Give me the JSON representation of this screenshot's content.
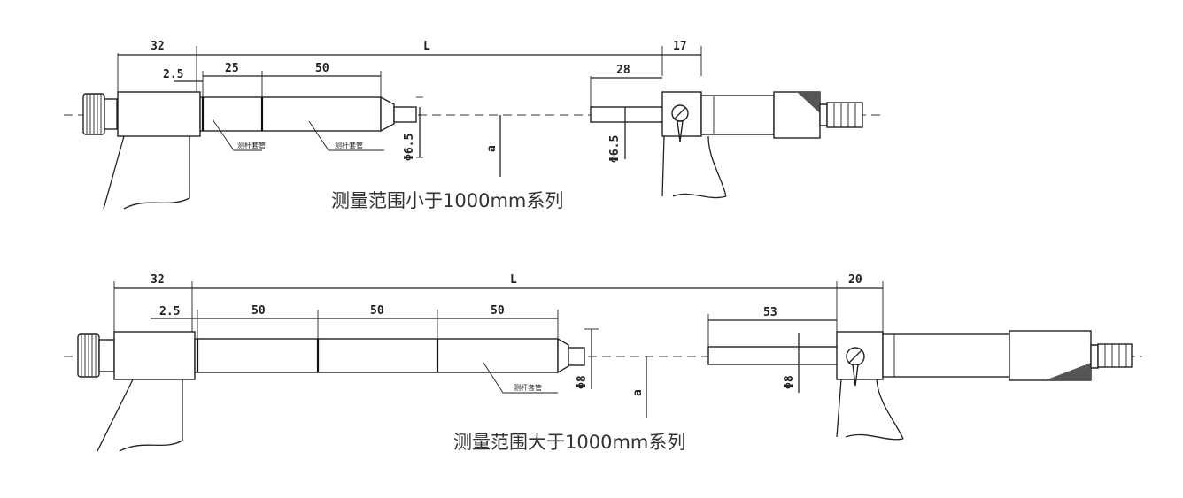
{
  "upper": {
    "dims": {
      "d32": "32",
      "L": "L",
      "d17": "17",
      "d2_5": "2.5",
      "d25": "25",
      "d50": "50",
      "d28": "28",
      "phi_left": "Φ6.5",
      "phi_right": "Φ6.5",
      "a": "a"
    },
    "tube_labels": [
      "测杆套管",
      "测杆套管"
    ],
    "caption": "测量范围小于1000mm系列"
  },
  "lower": {
    "dims": {
      "d32": "32",
      "L": "L",
      "d20": "20",
      "d2_5": "2.5",
      "d50_1": "50",
      "d50_2": "50",
      "d50_3": "50",
      "d53": "53",
      "phi_left": "Φ8",
      "phi_right": "Φ8",
      "a": "a"
    },
    "tube_labels": [
      "测杆套管"
    ],
    "caption": "测量范围大于1000mm系列"
  }
}
